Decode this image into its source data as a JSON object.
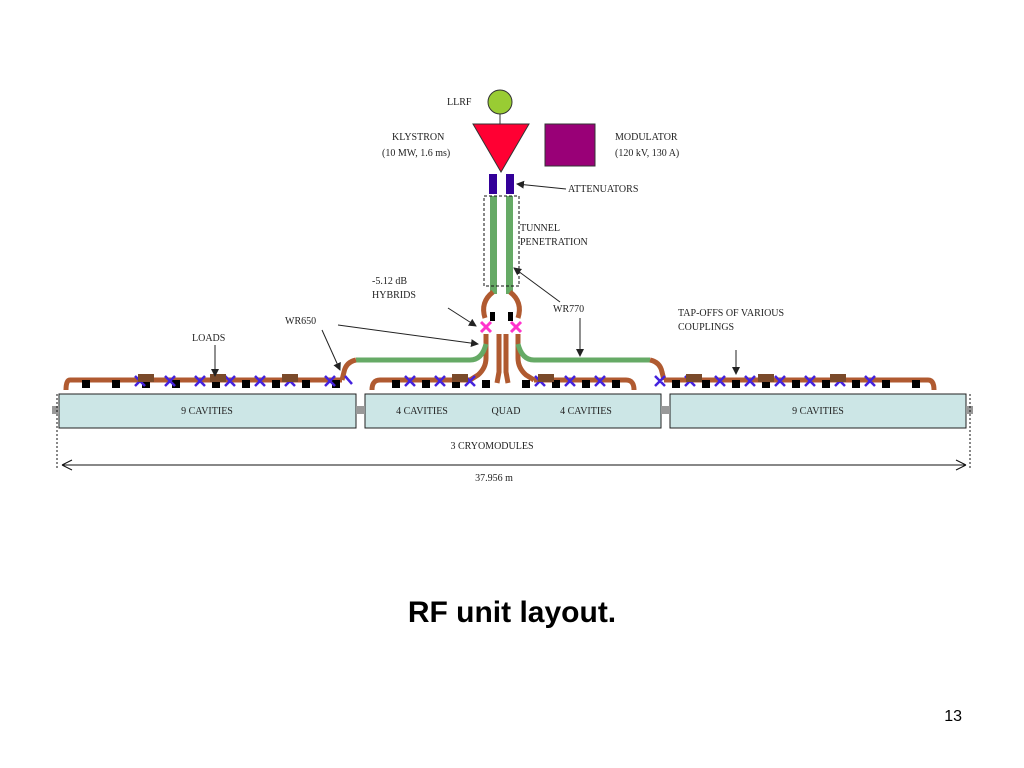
{
  "labels": {
    "llrf": "LLRF",
    "klystron": "KLYSTRON",
    "klystron_spec": "(10 MW, 1.6 ms)",
    "modulator": "MODULATOR",
    "modulator_spec": "(120 kV, 130 A)",
    "attenuators": "ATTENUATORS",
    "tunnel_1": "TUNNEL",
    "tunnel_2": "PENETRATION",
    "hybrids_1": "-5.12 dB",
    "hybrids_2": "HYBRIDS",
    "wr770": "WR770",
    "wr650": "WR650",
    "loads": "LOADS",
    "tapoffs_1": "TAP-OFFS OF VARIOUS",
    "tapoffs_2": "COUPLINGS",
    "cryo_left": "9 CAVITIES",
    "cryo_mid_left": "4 CAVITIES",
    "cryo_mid_quad": "QUAD",
    "cryo_mid_right": "4 CAVITIES",
    "cryo_right": "9 CAVITIES",
    "cryomodules": "3 CRYOMODULES",
    "length": "37.956 m"
  },
  "caption": "RF unit layout.",
  "page_number": "13",
  "colors": {
    "llrf": "#99cc33",
    "klystron": "#ff0033",
    "modulator": "#990077",
    "attenuator": "#330099",
    "waveguide_wr770": "#66aa66",
    "waveguide_wr650": "#b05a30",
    "hybrid": "#ff33cc",
    "circulator": "#4422dd",
    "load": "#000000",
    "cryomodule": "#cce6e6"
  }
}
